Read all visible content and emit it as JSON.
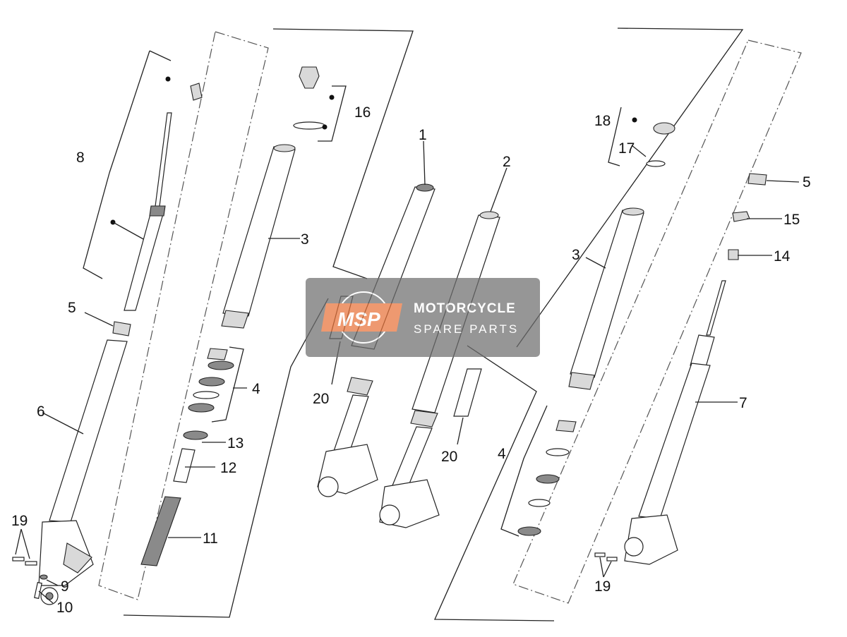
{
  "watermark": {
    "logo_text": "MSP",
    "line1": "MOTORCYCLE",
    "line2": "SPARE PARTS",
    "colors": {
      "panel": "#6e6e6e",
      "logo": "#e8733a"
    }
  },
  "callouts": {
    "c1": "1",
    "c2": "2",
    "c3a": "3",
    "c3b": "3",
    "c4a": "4",
    "c4b": "4",
    "c5a": "5",
    "c5b": "5",
    "c6": "6",
    "c7": "7",
    "c8": "8",
    "c9": "9",
    "c10": "10",
    "c11": "11",
    "c12": "12",
    "c13": "13",
    "c14": "14",
    "c15": "15",
    "c16": "16",
    "c17": "17",
    "c18": "18",
    "c19a": "19",
    "c19b": "19",
    "c20a": "20",
    "c20b": "20"
  }
}
